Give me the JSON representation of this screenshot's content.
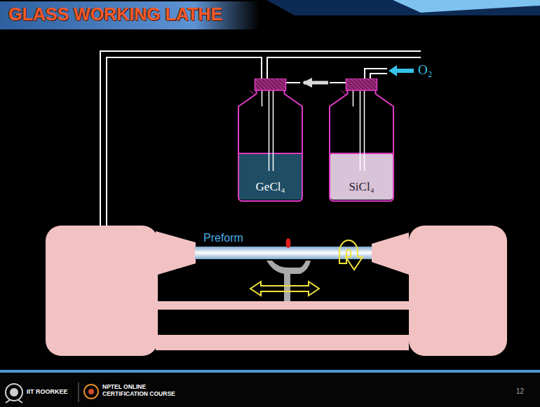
{
  "diagram": {
    "title": "GLASS WORKING LATHE",
    "nodes": [
      {
        "text": [
          "GeCl₄"
        ]
      },
      {
        "text": [
          "SiCl₄"
        ]
      }
    ],
    "edges": [
      {
        "from": 1,
        "to": 0,
        "arrow": "to"
      }
    ],
    "labels": [
      "Preform",
      "O₂",
      "IIT ROORKEE",
      "NPTEL ONLINE CERTIFICATION COURSE",
      "12"
    ]
  }
}
